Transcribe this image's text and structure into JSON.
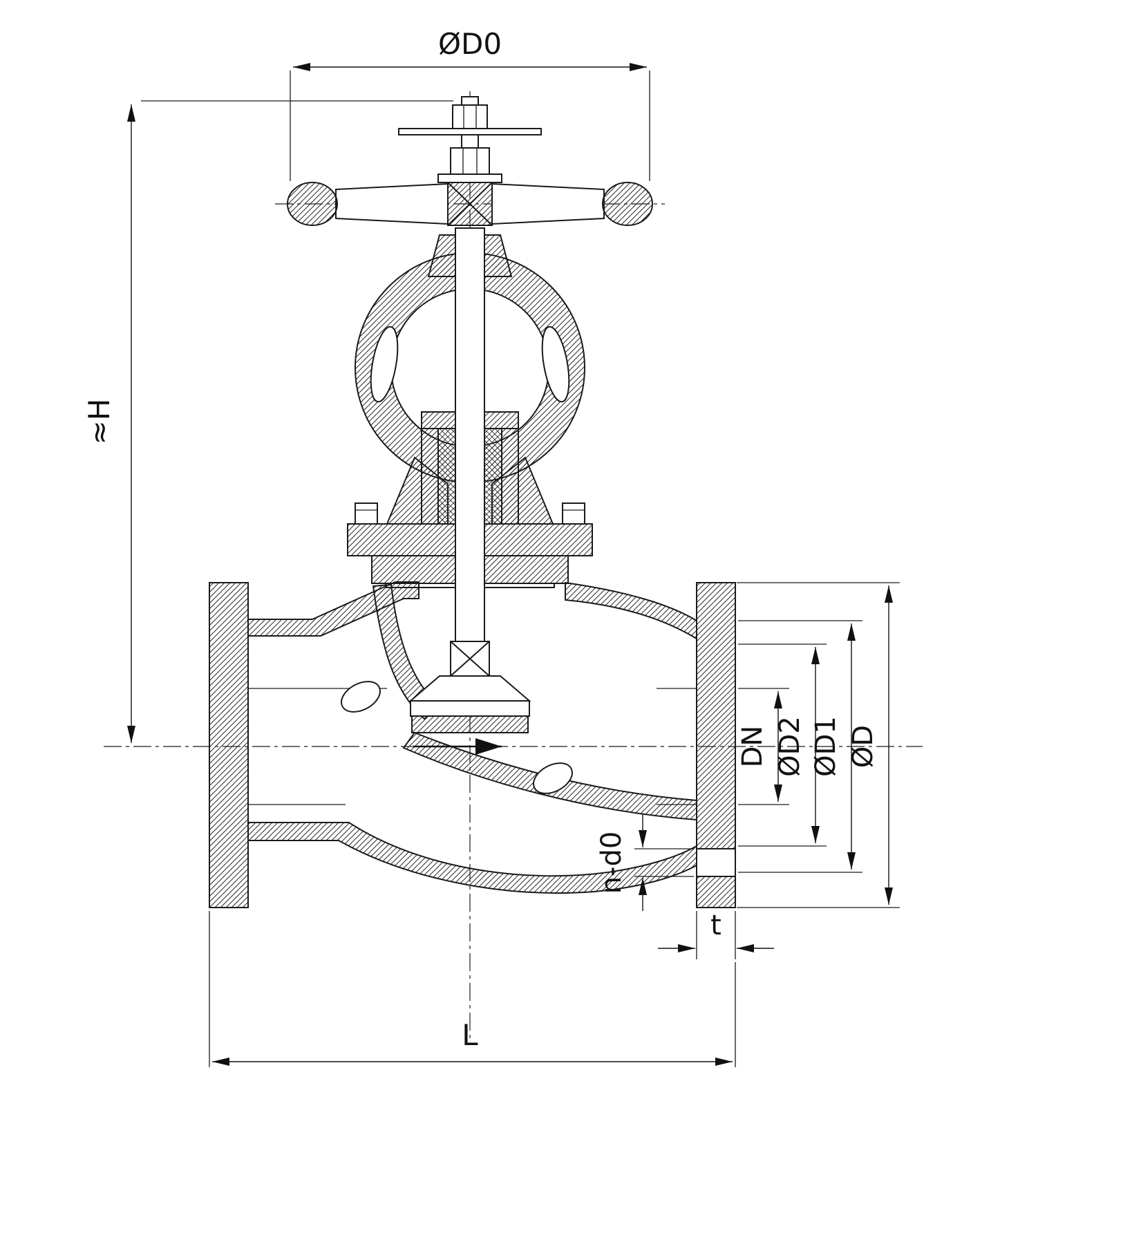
{
  "drawing": {
    "dimensions": {
      "d0": "ØD0",
      "h": "≈H",
      "dn": "DN",
      "d2": "ØD2",
      "d1": "ØD1",
      "d": "ØD",
      "n_d0": "n-d0",
      "t": "t",
      "l": "L"
    },
    "colors": {
      "line": "#1a1a1a",
      "background": "#ffffff"
    }
  }
}
